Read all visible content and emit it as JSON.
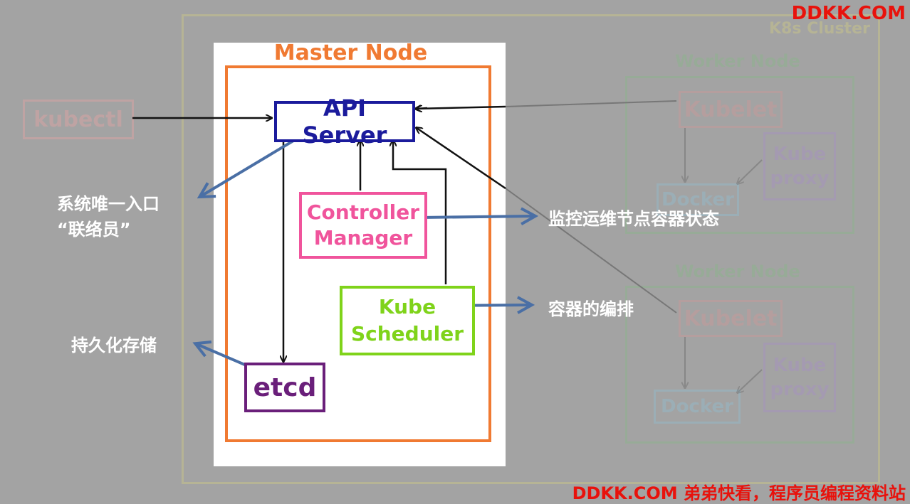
{
  "branding": {
    "top": "DDKK.COM",
    "bottom": "DDKK.COM 弟弟快看，程序员编程资料站"
  },
  "background": {
    "cluster_label": "K8s Cluster",
    "client": "kubectl",
    "workers": [
      {
        "title": "Worker Node",
        "kubelet": "Kubelet",
        "proxy_line1": "Kube",
        "proxy_line2": "proxy",
        "docker": "Docker"
      },
      {
        "title": "Worker Node",
        "kubelet": "Kubelet",
        "proxy_line1": "Kube",
        "proxy_line2": "proxy",
        "docker": "Docker"
      }
    ]
  },
  "master": {
    "title": "Master Node",
    "api_server": "API Server",
    "controller_line1": "Controller",
    "controller_line2": "Manager",
    "scheduler_line1": "Kube",
    "scheduler_line2": "Scheduler",
    "etcd": "etcd"
  },
  "annotations": {
    "api_line1": "系统唯一入口",
    "api_line2": "“联络员”",
    "controller": "监控运维节点容器状态",
    "scheduler": "容器的编排",
    "etcd": "持久化存储"
  },
  "colors": {
    "master": "#f07a32",
    "api_server": "#1b1b9c",
    "controller": "#f0549c",
    "scheduler": "#7fd31a",
    "etcd": "#6a1f7a",
    "annotation_arrow": "#4a6fa5",
    "brand": "#e8120c"
  }
}
